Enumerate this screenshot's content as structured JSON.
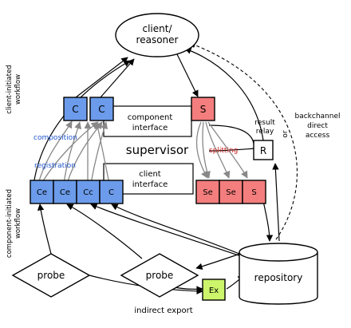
{
  "nodes": {
    "client_reasoner": [
      "client/",
      "reasoner"
    ],
    "supervisor": "supervisor",
    "component_interface": [
      "component",
      "interface"
    ],
    "client_interface": [
      "client",
      "interface"
    ],
    "client_top_1": "C",
    "client_top_2": "C",
    "supervisor_top": "S",
    "result_relay_box": "R",
    "result_relay_label": [
      "result",
      "relay"
    ],
    "components_bottom": [
      "Ce",
      "Ce",
      "Cc",
      "C"
    ],
    "supervisors_bottom": [
      "Se",
      "Se",
      "S"
    ],
    "repository": "repository",
    "probe_left": "probe",
    "probe_right": "probe",
    "exporter": "Ex"
  },
  "labels": {
    "composition": "composition",
    "registration": "registration",
    "splitting": "splitting",
    "backchannel": [
      "backchannel",
      "direct",
      "access"
    ],
    "or": "or",
    "indirect_export": "indirect export",
    "client_workflow": [
      "client-initiated",
      "workflow"
    ],
    "component_workflow": [
      "component-initiated",
      "workflow"
    ]
  },
  "colors": {
    "client_blue": "#6b9bea",
    "supervisor_red": "#f47d7d",
    "exporter_green": "#ccf56b",
    "composition_text": "#2255cc",
    "splitting_text": "#cc2222",
    "internal_arrows": "#888888"
  }
}
